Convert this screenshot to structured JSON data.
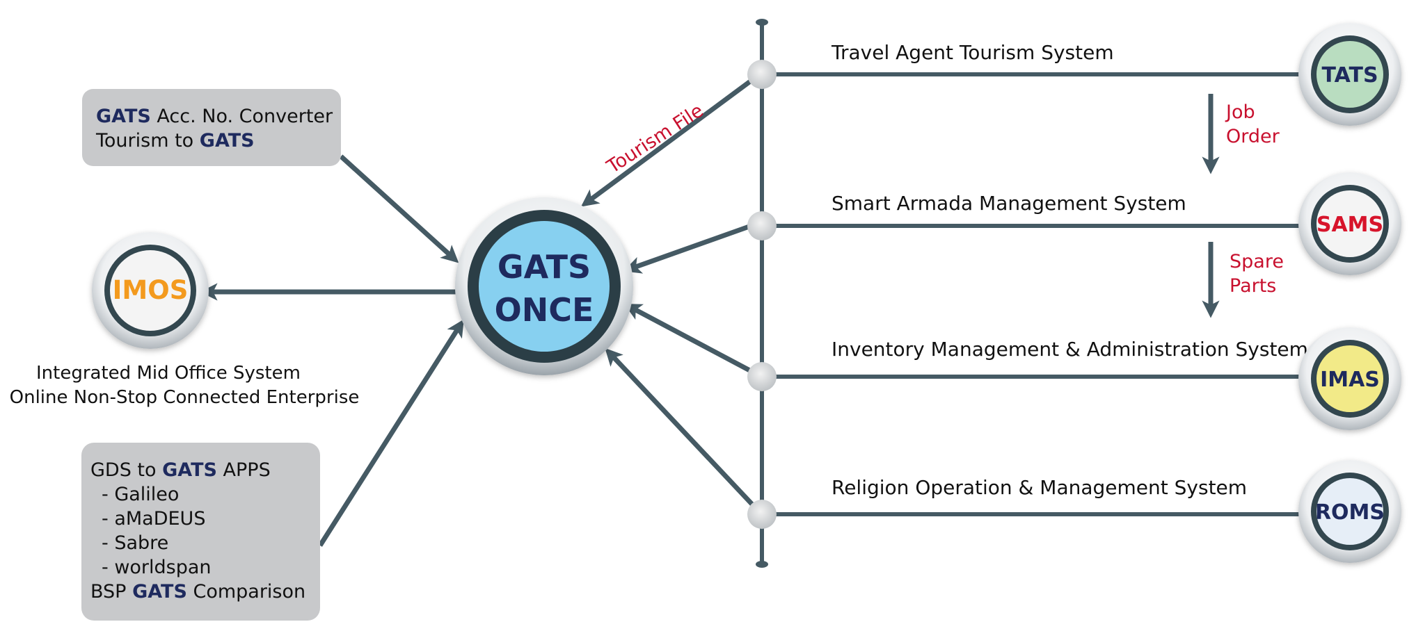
{
  "center": {
    "line1": "GATS",
    "line2": "ONCE"
  },
  "box_converter": {
    "line1": {
      "a": "GATS",
      "b": " Acc. No. Converter"
    },
    "line2": {
      "a": "Tourism to ",
      "b": "GATS"
    }
  },
  "imos": {
    "label": "IMOS",
    "caption1": "Integrated Mid Office System",
    "caption2": "Online Non-Stop Connected Enterprise"
  },
  "box_gds": {
    "line1": {
      "a": "GDS to ",
      "b": "GATS",
      "c": " APPS"
    },
    "items": [
      "- Galileo",
      "- aMaDEUS",
      "- Sabre",
      "- worldspan"
    ],
    "last": {
      "a": "BSP ",
      "b": "GATS",
      "c": " Comparison"
    }
  },
  "tourism_file": "Tourism File",
  "systems": [
    {
      "name": "Travel Agent Tourism System",
      "abbr": "TATS",
      "color": "#b9ddc0",
      "text_color": "#1e2a5e"
    },
    {
      "name": "Smart Armada Management System",
      "abbr": "SAMS",
      "color": "#f4f4f4",
      "text_color": "#d7142b"
    },
    {
      "name": "Inventory Management &  Administration System",
      "abbr": "IMAS",
      "color": "#f2ea88",
      "text_color": "#1e2a5e"
    },
    {
      "name": "Religion Operation & Management System",
      "abbr": "ROMS",
      "color": "#e6eef7",
      "text_color": "#1e2a5e"
    }
  ],
  "flows": [
    {
      "line1": "Job",
      "line2": "Order"
    },
    {
      "line1": "Spare",
      "line2": "Parts"
    }
  ],
  "colors": {
    "connector": "#455a64",
    "center_fill": "#87d0f0",
    "imos_text": "#f39a1e",
    "box_fill": "#c8c9cb",
    "flow_text": "#c8102e"
  }
}
